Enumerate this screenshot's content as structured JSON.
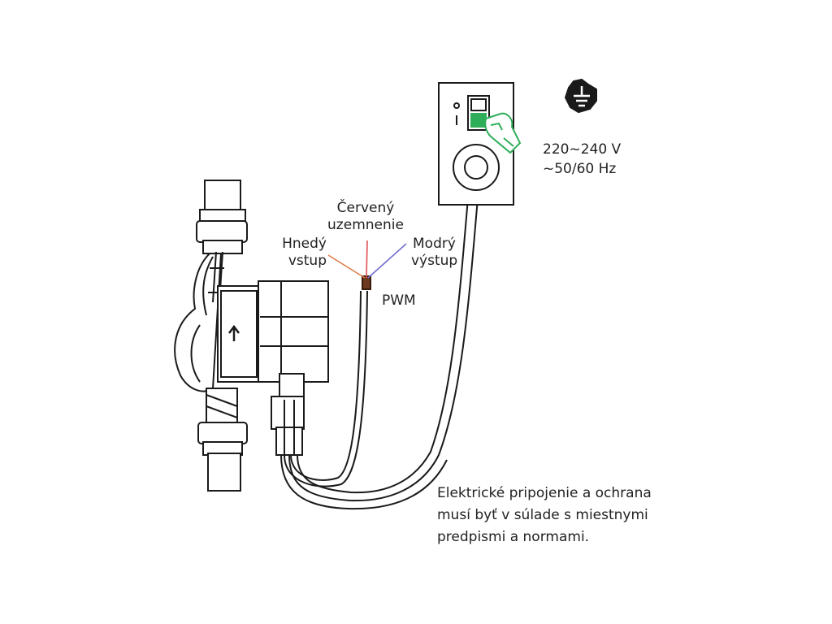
{
  "labels": {
    "brown_line1": "Hnedý",
    "brown_line2": "vstup",
    "red_line1": "Červený",
    "red_line2": "uzemnenie",
    "blue_line1": "Modrý",
    "blue_line2": "výstup",
    "pwm": "PWM",
    "voltage": "220~240 V",
    "frequency": "~50/60 Hz"
  },
  "note": {
    "line1": "Elektrické pripojenie a ochrana",
    "line2": "musí byť v súlade s miestnymi",
    "line3": "predpismi a normami."
  },
  "colors": {
    "brown_wire": "#e07a4a",
    "red_wire": "#e05050",
    "blue_wire": "#7070d0",
    "switch_green": "#2fae5a",
    "outline": "#1a1a1a"
  },
  "icons": [
    "pump-icon",
    "wall-socket-icon",
    "earth-ground-symbol-icon",
    "hand-pointer-icon",
    "flow-direction-arrow-icon"
  ]
}
